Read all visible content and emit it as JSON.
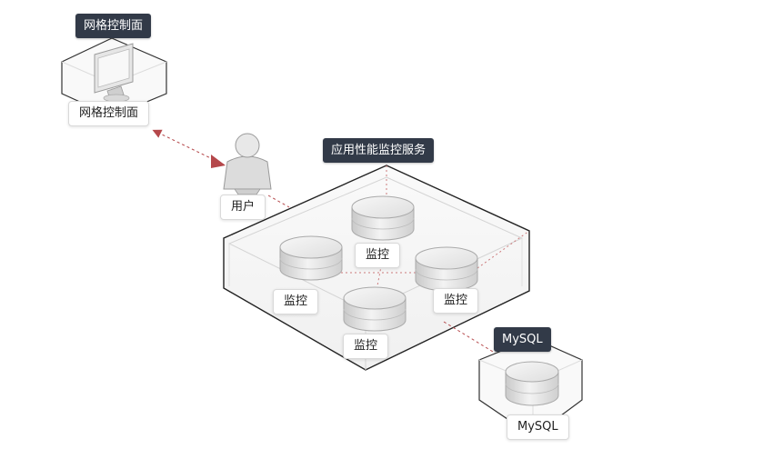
{
  "mesh_control_plane": {
    "title": "网格控制面",
    "label": "网格控制面",
    "icon": "monitor-icon"
  },
  "user": {
    "label": "用户",
    "icon": "user-icon"
  },
  "apm_service": {
    "title": "应用性能监控服务",
    "nodes": [
      {
        "label": "监控",
        "icon": "database-icon"
      },
      {
        "label": "监控",
        "icon": "database-icon"
      },
      {
        "label": "监控",
        "icon": "database-icon"
      },
      {
        "label": "监控",
        "icon": "database-icon"
      }
    ]
  },
  "mysql": {
    "title": "MySQL",
    "label": "MySQL",
    "icon": "database-icon"
  },
  "colors": {
    "tag_dark": "#323a48",
    "connector": "#b5484b",
    "outline": "#333333"
  }
}
